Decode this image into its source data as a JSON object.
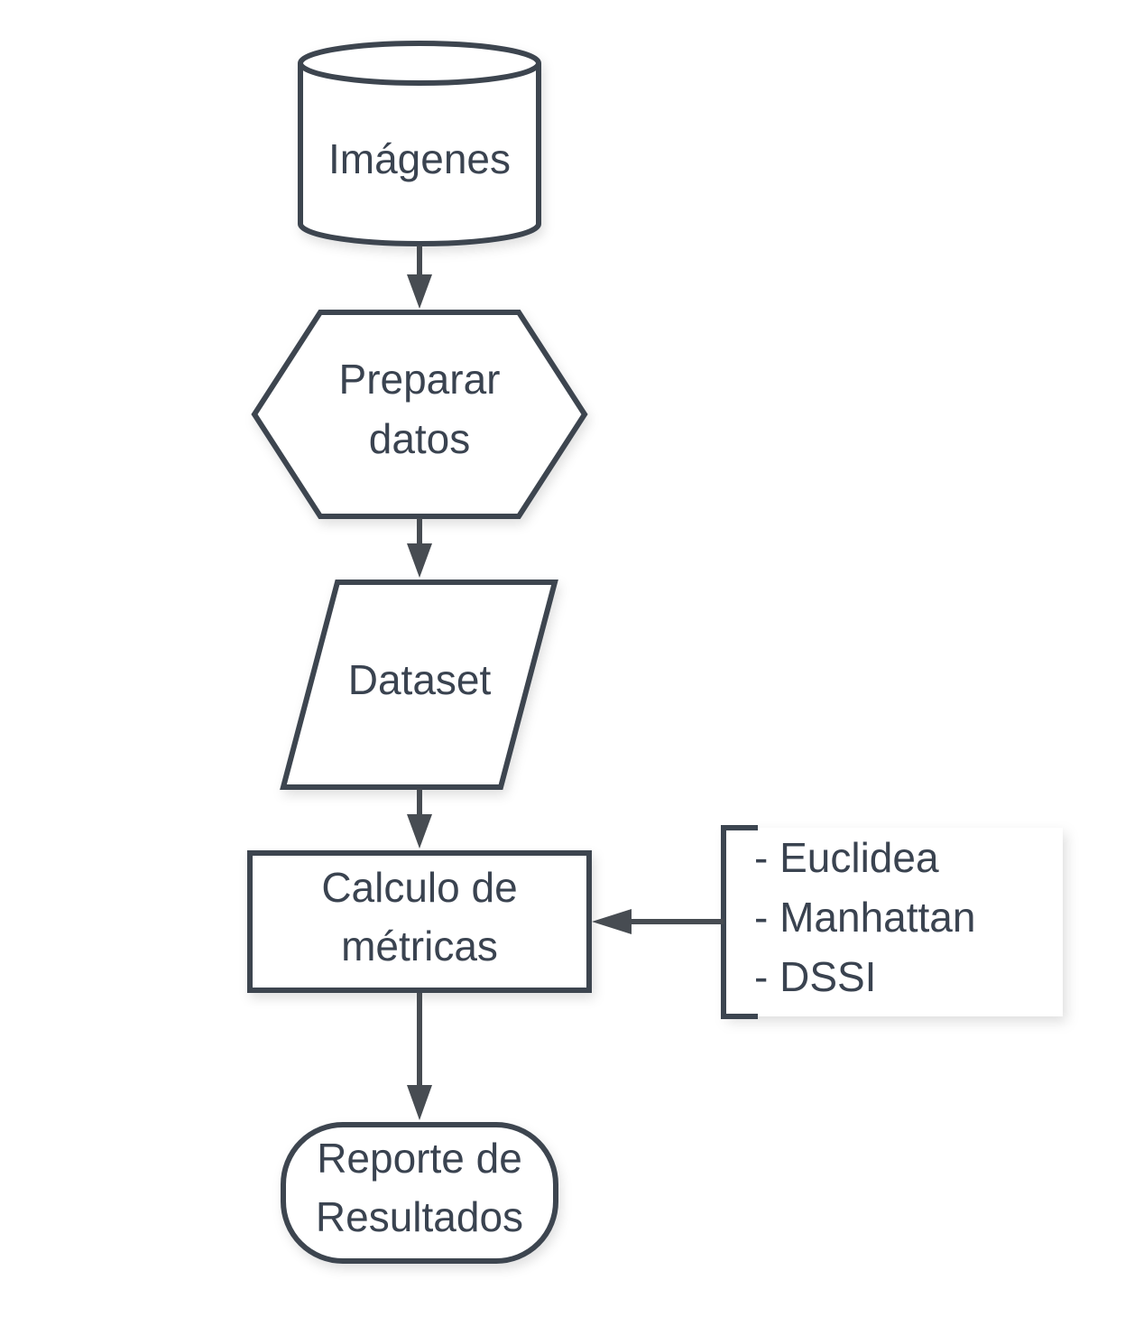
{
  "nodes": {
    "images": {
      "label": "Imágenes"
    },
    "prepare": {
      "line1": "Preparar",
      "line2": "datos"
    },
    "dataset": {
      "label": "Dataset"
    },
    "metrics": {
      "line1": "Calculo de",
      "line2": "métricas"
    },
    "report": {
      "line1": "Reporte de",
      "line2": "Resultados"
    }
  },
  "annotation": {
    "items": [
      "- Euclidea",
      "- Manhattan",
      "- DSSI"
    ]
  },
  "colors": {
    "stroke": "#3c4550",
    "arrow": "#474c52",
    "text": "#3a4350",
    "fill": "#ffffff"
  }
}
